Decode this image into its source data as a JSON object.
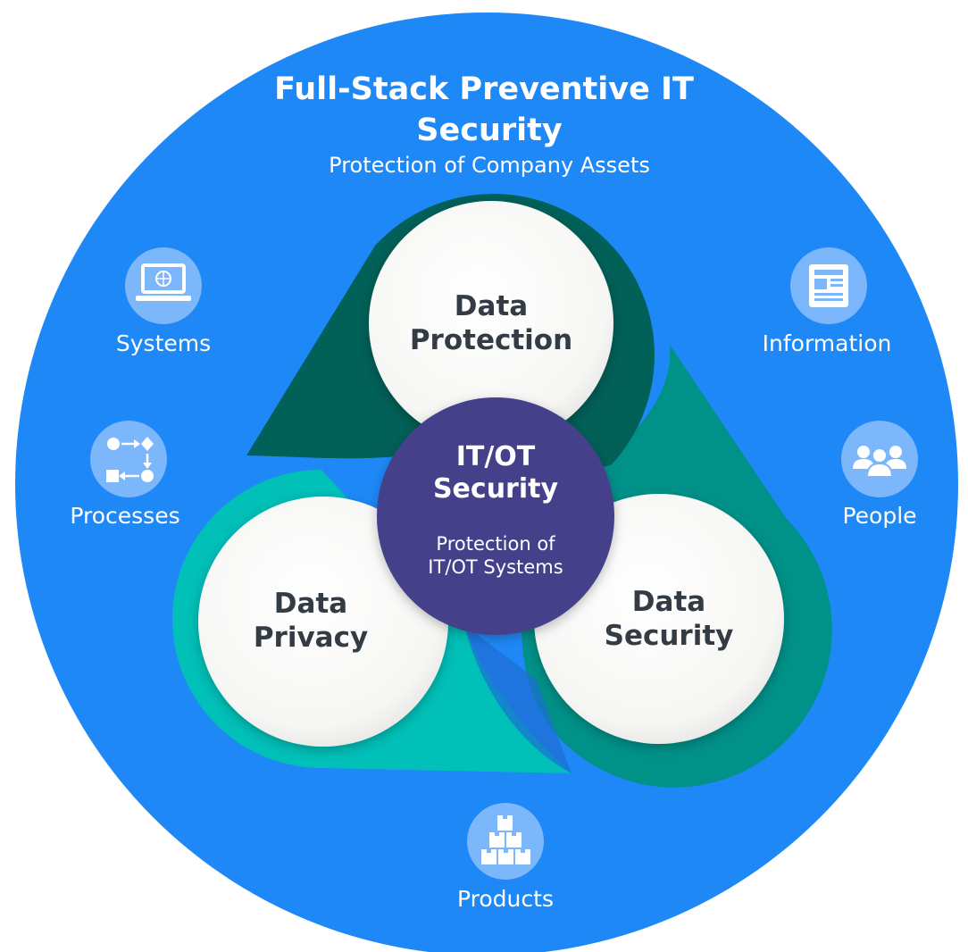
{
  "title": {
    "line1": "Full-Stack Preventive IT",
    "line2": "Security",
    "subtitle": "Protection of Company Assets"
  },
  "center": {
    "line1": "IT/OT",
    "line2": "Security",
    "sub_line1": "Protection of",
    "sub_line2": "IT/OT Systems"
  },
  "pillars": {
    "protection": {
      "line1": "Data",
      "line2": "Protection"
    },
    "privacy": {
      "line1": "Data",
      "line2": "Privacy"
    },
    "security": {
      "line1": "Data",
      "line2": "Security"
    }
  },
  "assets": {
    "systems": {
      "label": "Systems",
      "icon": "laptop-globe-icon"
    },
    "processes": {
      "label": "Processes",
      "icon": "process-flow-icon"
    },
    "information": {
      "label": "Information",
      "icon": "newspaper-icon"
    },
    "people": {
      "label": "People",
      "icon": "people-group-icon"
    },
    "products": {
      "label": "Products",
      "icon": "boxes-icon"
    }
  },
  "colors": {
    "outer_circle": "#1f88f7",
    "data_protection_ring": "#016058",
    "data_privacy_ring": "#00c0b8",
    "data_security_ring": "#009189",
    "center_circle": "#443f8a",
    "pillar_fill": "#f8f8f6",
    "icon_circle": "#7cb6fb"
  }
}
